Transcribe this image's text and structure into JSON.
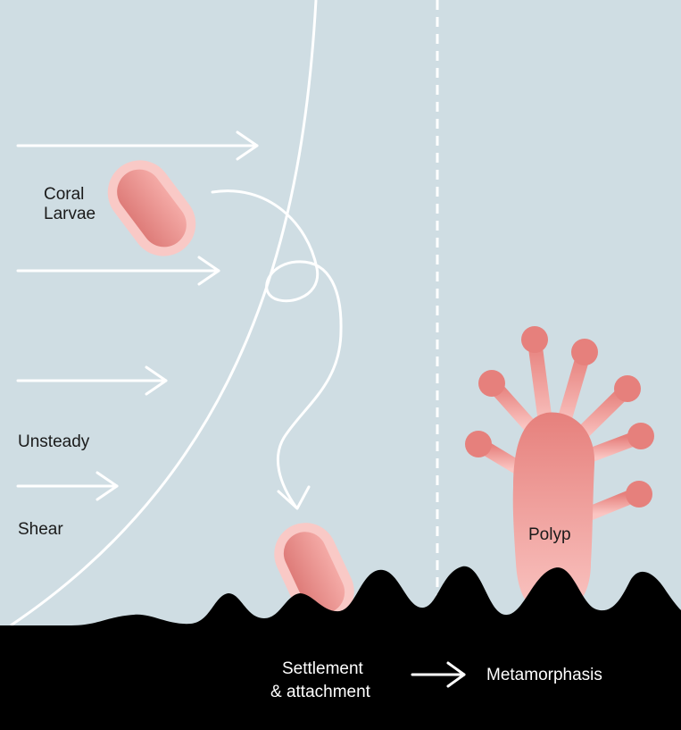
{
  "labels": {
    "coral_line1": "Coral",
    "coral_line2": "Larvae",
    "unsteady": "Unsteady",
    "shear": "Shear",
    "polyp": "Polyp",
    "settlement_line1": "Settlement",
    "settlement_line2": "& attachment",
    "metamorphosis": "Metamorphasis"
  },
  "colors": {
    "water": "#cfdde3",
    "seabed": "#000000",
    "lines": "#ffffff",
    "larva_light": "#f9c9c6",
    "larva_dark": "#e07f7c",
    "polyp_top": "#e88580",
    "polyp_bottom": "#f9c3c0"
  }
}
